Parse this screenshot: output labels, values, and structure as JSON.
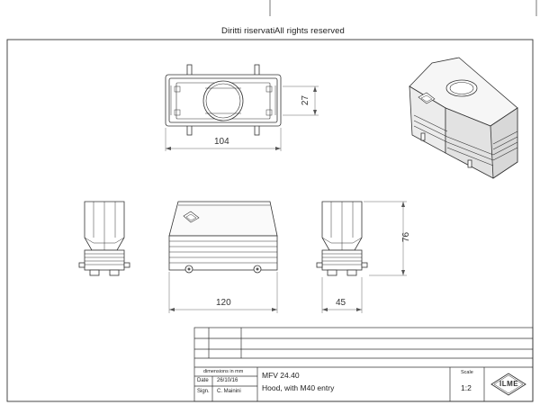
{
  "header": {
    "rights_it": "Diritti riservati",
    "rights_en": "All rights reserved"
  },
  "dimensions": {
    "top_width": "104",
    "top_height": "27",
    "front_width": "120",
    "height": "76",
    "side_depth": "45"
  },
  "title_block": {
    "units_label": "dimensions in mm",
    "date_label": "Date",
    "date_value": "26/10/16",
    "sign_label": "Sign.",
    "sign_value": "C. Mainini",
    "part_code": "MFV 24.40",
    "description": "Hood, with M40 entry",
    "scale_label": "Scale",
    "scale_value": "1:2",
    "logo_text": "ILME"
  },
  "colors": {
    "line": "#333333",
    "thin": "#666666",
    "fill": "#f4f4f4"
  }
}
